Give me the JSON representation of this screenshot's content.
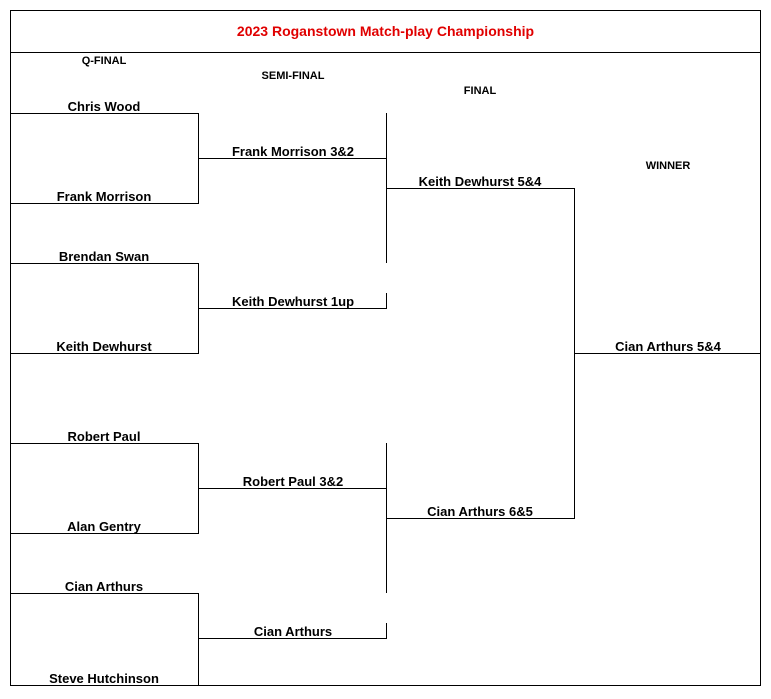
{
  "title": "2023 Roganstown Match-play Championship",
  "colors": {
    "title": "#e00000",
    "lines": "#000000"
  },
  "rounds": {
    "quarter": "Q-FINAL",
    "semi": "SEMI-FINAL",
    "final": "FINAL",
    "winner": "WINNER"
  },
  "quarter_final": [
    "Chris Wood",
    "Frank Morrison",
    "Brendan Swan",
    "Keith Dewhurst",
    "Robert Paul",
    "Alan Gentry",
    "Cian Arthurs",
    "Steve Hutchinson"
  ],
  "semi_final": [
    "Frank Morrison 3&2",
    "Keith Dewhurst 1up",
    "Robert Paul 3&2",
    "Cian Arthurs"
  ],
  "final": [
    "Keith Dewhurst 5&4",
    "Cian Arthurs 6&5"
  ],
  "winner": "Cian Arthurs 5&4"
}
